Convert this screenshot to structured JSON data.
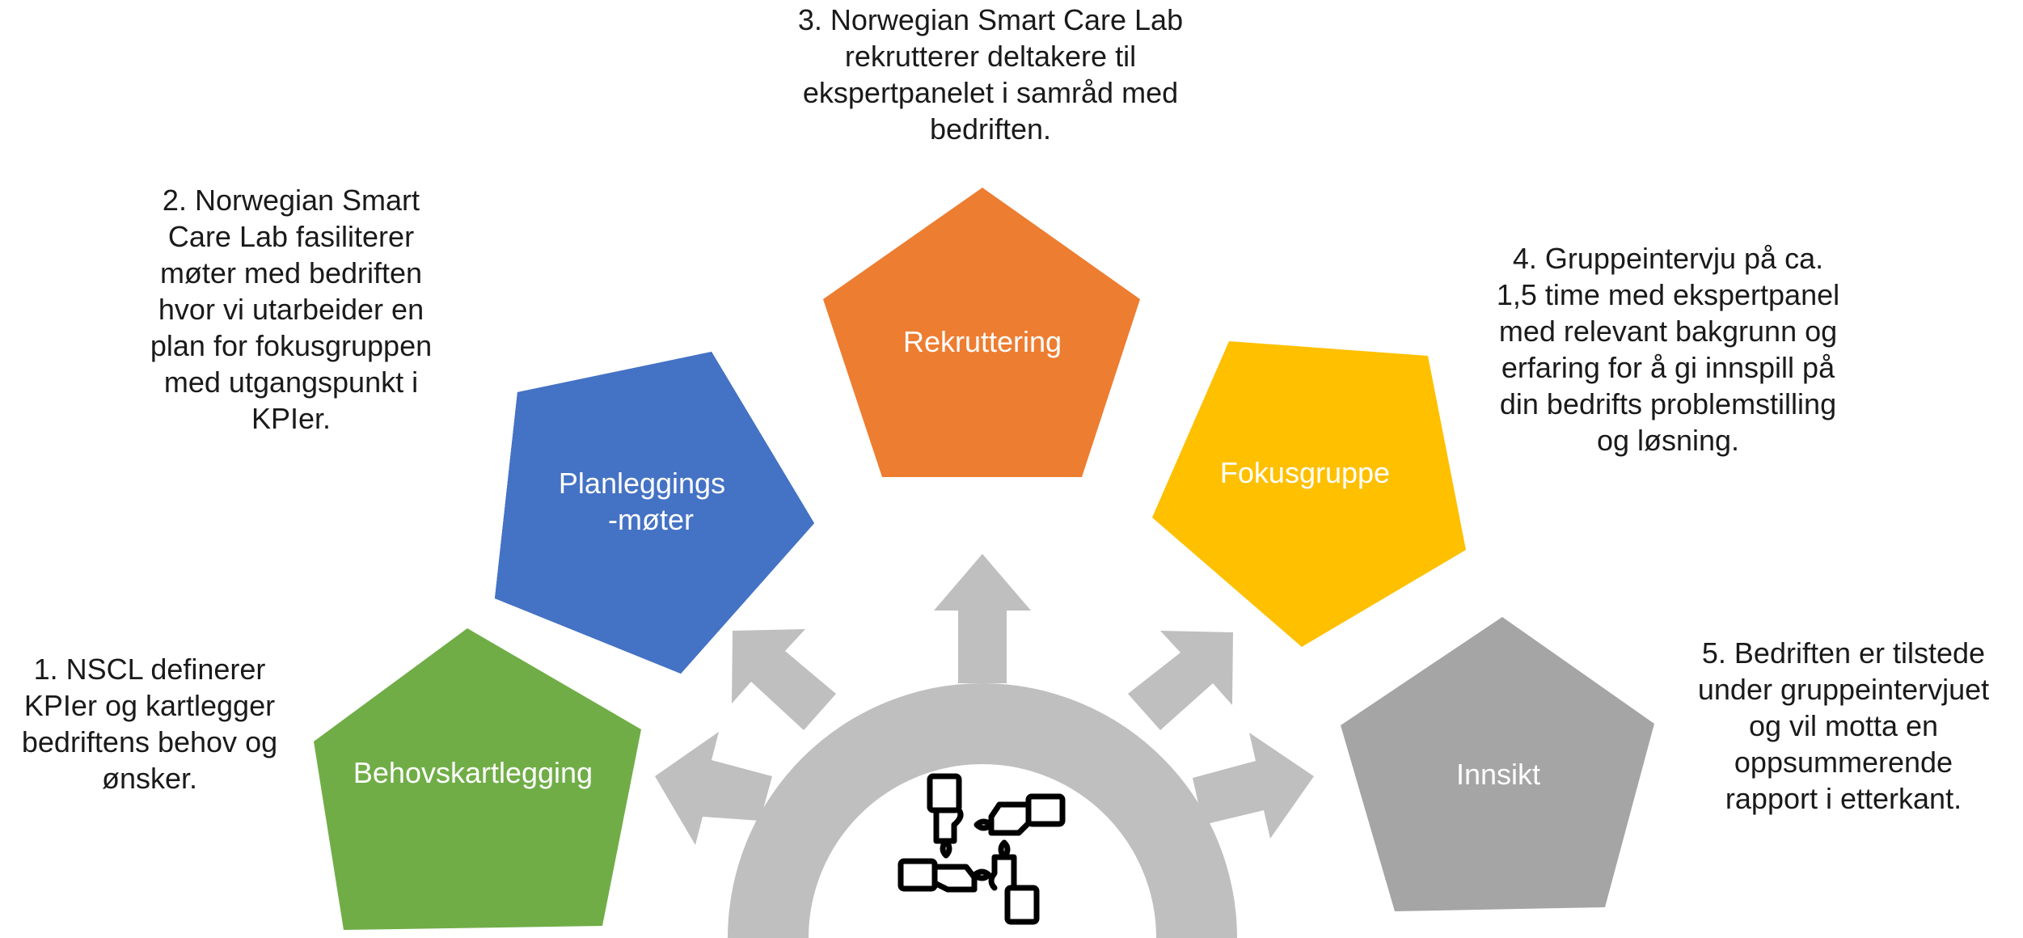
{
  "steps": [
    {
      "label": "Behovskartlegging",
      "description": "1. NSCL definerer\nKPIer og kartlegger\nbedriftens behov og\nønsker.",
      "color": "#70AD47"
    },
    {
      "label_line1": "Planleggings",
      "label_line2": "-møter",
      "description": "2. Norwegian Smart\nCare Lab fasiliterer\nmøter med bedriften\nhvor vi utarbeider en\nplan for fokusgruppen\nmed utgangspunkt i\nKPIer.",
      "color": "#4472C4"
    },
    {
      "label": "Rekruttering",
      "description": "3. Norwegian Smart Care Lab\nrekrutterer deltakere til\nekspertpanelet i samråd med\nbedriften.",
      "color": "#ED7D31"
    },
    {
      "label": "Fokusgruppe",
      "description": "4. Gruppeintervju på ca.\n1,5 time med ekspertpanel\nmed relevant bakgrunn og\nerfaring for å gi innspill på\ndin bedrifts problemstilling\nog løsning.",
      "color": "#FFC000"
    },
    {
      "label": "Innsikt",
      "description": "5. Bedriften er tilstede\nunder gruppeintervjuet\nog vil motta en\noppsummerende\nrapport i etterkant.",
      "color": "#A5A5A5"
    }
  ],
  "hub": {
    "color": "#BFBFBF",
    "icon": "puzzle-hands-icon"
  }
}
